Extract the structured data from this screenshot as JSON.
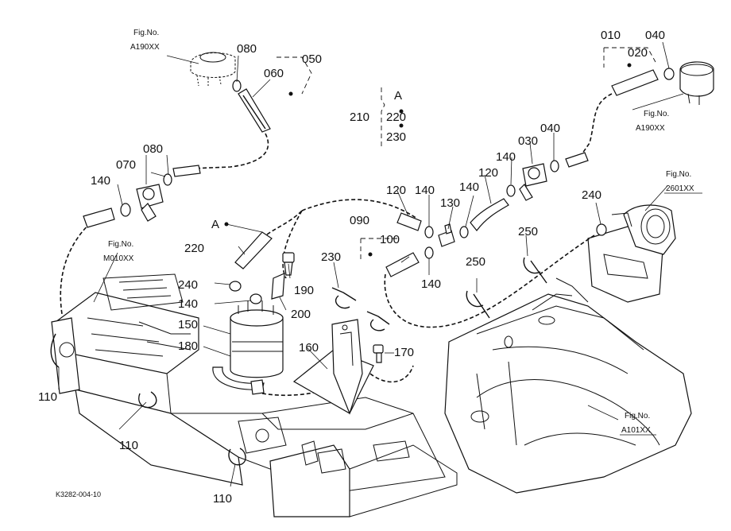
{
  "labels": {
    "p010": "010",
    "p020": "020",
    "p030": "030",
    "p040a": "040",
    "p040b": "040",
    "p050": "050",
    "p060": "060",
    "p070": "070",
    "p080a": "080",
    "p080b": "080",
    "p090": "090",
    "p100": "100",
    "p110a": "110",
    "p110b": "110",
    "p110c": "110",
    "p120a": "120",
    "p120b": "120",
    "p130": "130",
    "p140a": "140",
    "p140b": "140",
    "p140c": "140",
    "p140d": "140",
    "p140e": "140",
    "p140f": "140",
    "p150": "150",
    "p160": "160",
    "p170": "170",
    "p180": "180",
    "p190": "190",
    "p200": "200",
    "p210": "210",
    "p220a": "220",
    "p220b": "220",
    "p230a": "230",
    "p230b": "230",
    "p240a": "240",
    "p240b": "240",
    "p250a": "250",
    "p250b": "250",
    "kitA": "A",
    "markA": "A"
  },
  "refs": {
    "fig_label": "Fig.No.",
    "a190_left": "A190XX",
    "a190_right": "A190XX",
    "m010": "M010XX",
    "f2601": "2601XX",
    "a101": "A101XX"
  },
  "drawing_code": "K3282-004-10"
}
